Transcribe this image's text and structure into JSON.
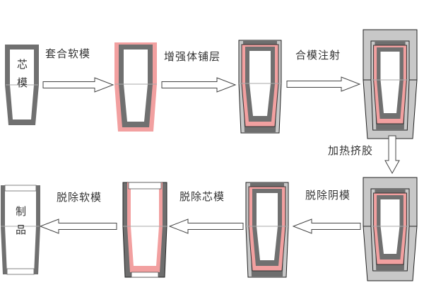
{
  "figure_labels": {
    "core_mold": "芯模",
    "product": "制品"
  },
  "steps": [
    {
      "label": "套合软模"
    },
    {
      "label": "增强体铺层"
    },
    {
      "label": "合模注射"
    },
    {
      "label": "加热挤胶"
    },
    {
      "label": "脱除阴模"
    },
    {
      "label": "脱除芯模"
    },
    {
      "label": "脱除软模"
    }
  ],
  "colors": {
    "core": "#707070",
    "reinforcement": "#f2a0a0",
    "soft_mold": "#6e6e6e",
    "female_mold": "#c8c8c8",
    "arrow": "#ffffff"
  }
}
